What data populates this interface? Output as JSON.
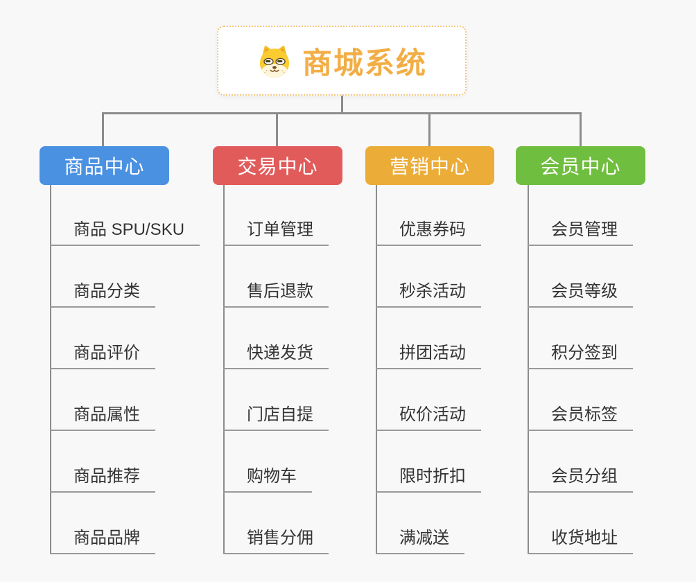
{
  "root": {
    "title": "商城系统",
    "icon": "shiba-dog",
    "title_color": "#F2AE46",
    "border_color": "#F6C77D"
  },
  "branches": [
    {
      "label": "商品中心",
      "color": "#4B91E2",
      "items": [
        "商品 SPU/SKU",
        "商品分类",
        "商品评价",
        "商品属性",
        "商品推荐",
        "商品品牌"
      ]
    },
    {
      "label": "交易中心",
      "color": "#E25B5B",
      "items": [
        "订单管理",
        "售后退款",
        "快递发货",
        "门店自提",
        "购物车",
        "销售分佣"
      ]
    },
    {
      "label": "营销中心",
      "color": "#EBAC38",
      "items": [
        "优惠券码",
        "秒杀活动",
        "拼团活动",
        "砍价活动",
        "限时折扣",
        "满减送"
      ]
    },
    {
      "label": "会员中心",
      "color": "#70BE3F",
      "items": [
        "会员管理",
        "会员等级",
        "积分签到",
        "会员标签",
        "会员分组",
        "收货地址"
      ]
    }
  ],
  "style": {
    "background": "#F8F8F8",
    "connector_color": "#8C8C8C",
    "underline_color": "#999999",
    "leaf_text_color": "#333333"
  }
}
